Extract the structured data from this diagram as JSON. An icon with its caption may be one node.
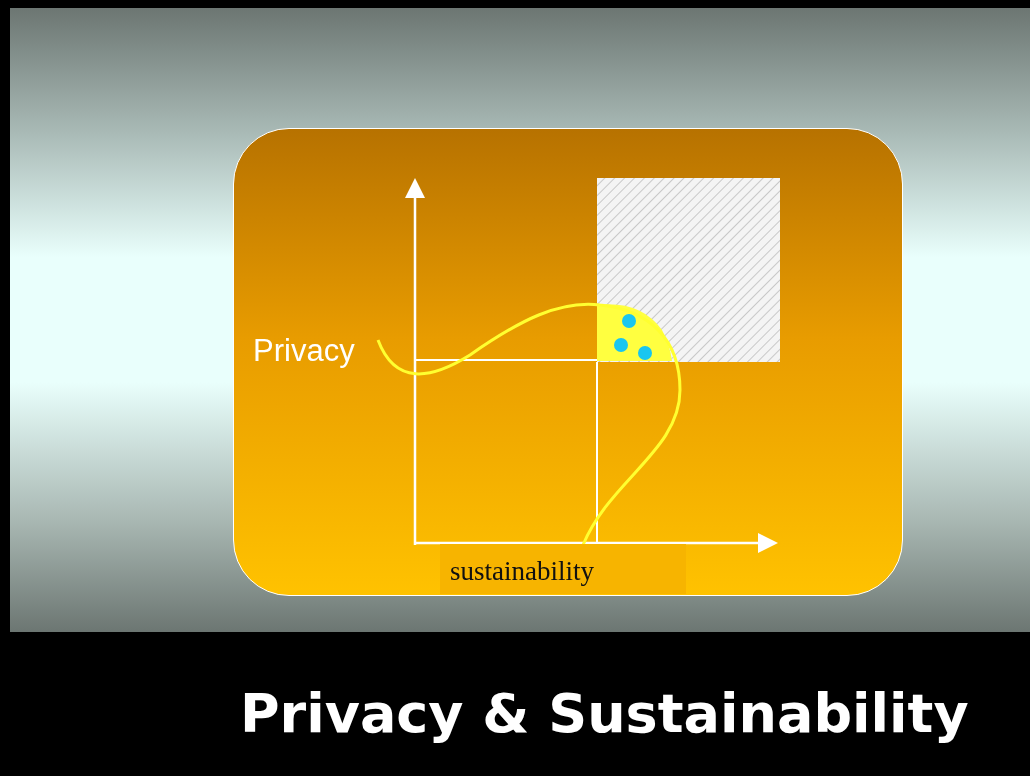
{
  "diagram": {
    "title": "Privacy & Sustainability",
    "labels": [
      "Privacy",
      "sustainability"
    ]
  }
}
